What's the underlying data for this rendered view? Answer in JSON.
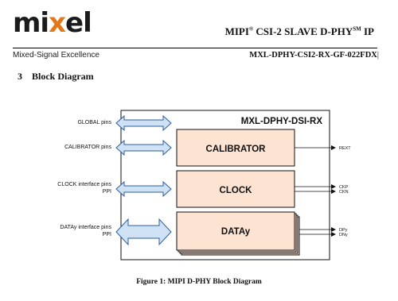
{
  "header": {
    "logo_text": "mixel",
    "tagline": "Mixed-Signal Excellence",
    "title_prefix": "MIPI",
    "title_mark": "®",
    "title_main": " CSI-2 SLAVE D-PHY",
    "title_sm": "SM",
    "title_suffix": " IP",
    "doc_number": "MXL-DPHY-CSI2-RX-GF-022FDX"
  },
  "section": {
    "number": "3",
    "title": "Block Diagram"
  },
  "diagram": {
    "top_label": "MXL-DPHY-DSI-RX",
    "pins": {
      "global": "GLOBAL pins",
      "calibrator": "CALIBRATOR pins",
      "clock_line1": "CLOCK interface pins",
      "clock_line2": "PPI",
      "data_line1": "DATAy interface pins",
      "data_line2": "PPI"
    },
    "blocks": {
      "calibrator": "CALIBRATOR",
      "clock": "CLOCK",
      "data": "DATAy"
    },
    "signals": {
      "rext": "REXT",
      "ckp": "CKP",
      "ckn": "CKN",
      "dpy": "DPy",
      "dny": "DNy"
    },
    "colors": {
      "block_fill": "#fde3d2",
      "arrow_fill": "#cfe1f4",
      "arrow_stroke": "#2e5f9a",
      "border": "#111111"
    }
  },
  "caption": "Figure 1: MIPI D-PHY Block Diagram"
}
